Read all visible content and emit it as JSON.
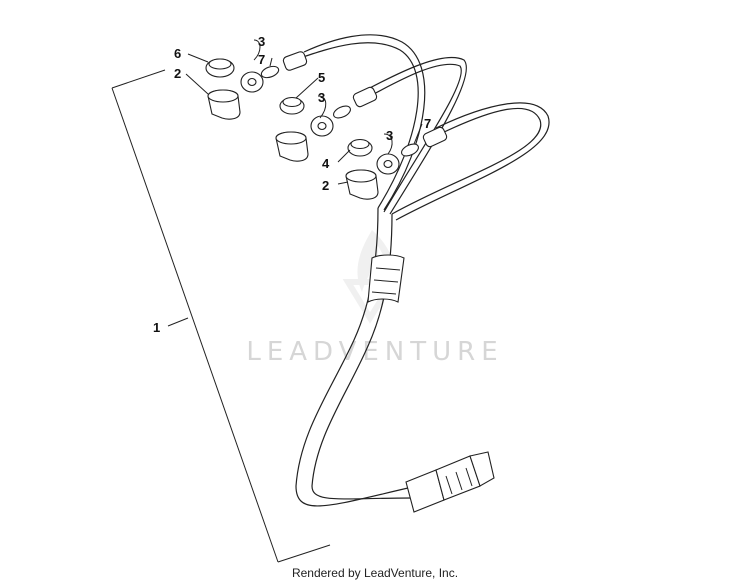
{
  "callouts": {
    "c1": "1",
    "c2a": "2",
    "c2b": "2",
    "c3a": "3",
    "c3b": "3",
    "c3c": "3",
    "c4": "4",
    "c5": "5",
    "c6": "6",
    "c7a": "7",
    "c7b": "7"
  },
  "watermark": "LEADVENTURE",
  "footer": "Rendered by LeadVenture, Inc."
}
